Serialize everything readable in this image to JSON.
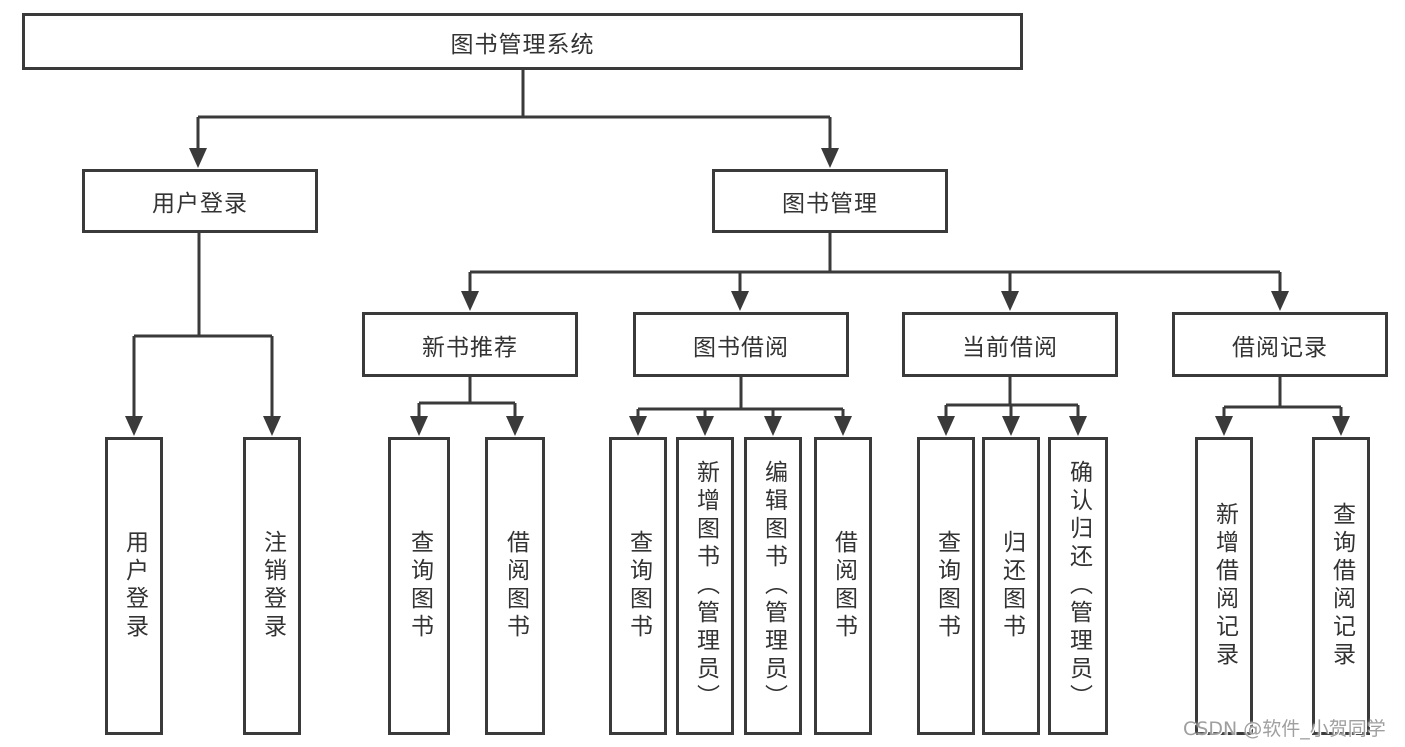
{
  "colors": {
    "line": "#3a3a3a",
    "text": "#333333",
    "background": "#ffffff",
    "watermark_text": "#9f9f9f"
  },
  "tree": {
    "root": {
      "label": "图书管理系统"
    },
    "children": [
      {
        "label": "用户登录",
        "children": [
          {
            "label": "用户登录"
          },
          {
            "label": "注销登录"
          }
        ]
      },
      {
        "label": "图书管理",
        "children": [
          {
            "label": "新书推荐",
            "children": [
              {
                "label": "查询图书"
              },
              {
                "label": "借阅图书"
              }
            ]
          },
          {
            "label": "图书借阅",
            "children": [
              {
                "label": "查询图书"
              },
              {
                "label": "新增图书（管理员）"
              },
              {
                "label": "编辑图书（管理员）"
              },
              {
                "label": "借阅图书"
              }
            ]
          },
          {
            "label": "当前借阅",
            "children": [
              {
                "label": "查询图书"
              },
              {
                "label": "归还图书"
              },
              {
                "label": "确认归还（管理员）"
              }
            ]
          },
          {
            "label": "借阅记录",
            "children": [
              {
                "label": "新增借阅记录"
              },
              {
                "label": "查询借阅记录"
              }
            ]
          }
        ]
      }
    ]
  },
  "watermark": "CSDN @软件_小贺同学"
}
